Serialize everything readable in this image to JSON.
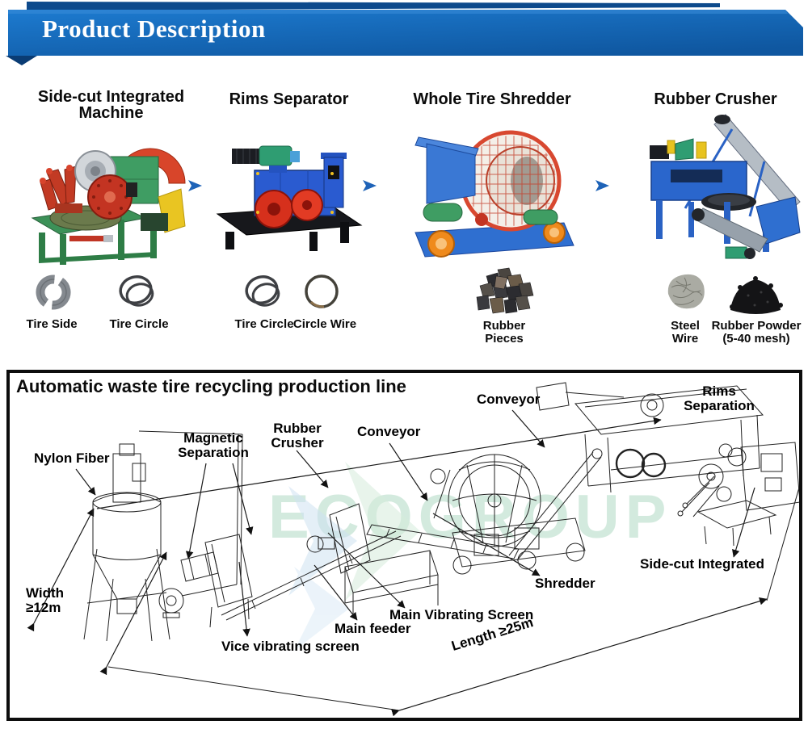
{
  "header": {
    "title": "Product Description"
  },
  "machines": {
    "side_cut": {
      "title": "Side-cut Integrated Machine"
    },
    "rims_separator": {
      "title": "Rims Separator"
    },
    "whole_tire_shredder": {
      "title": "Whole Tire Shredder"
    },
    "rubber_crusher": {
      "title": "Rubber Crusher"
    }
  },
  "outputs": {
    "tire_side": "Tire Side",
    "tire_circle_1": "Tire Circle",
    "tire_circle_2": "Tire Circle",
    "circle_wire": "Circle Wire",
    "rubber_pieces": "Rubber Pieces",
    "steel_wire": "Steel Wire",
    "rubber_powder": "Rubber Powder (5-40 mesh)"
  },
  "diagram": {
    "title": "Automatic waste tire recycling production line",
    "labels": {
      "nylon_fiber": "Nylon Fiber",
      "magnetic_separation": "Magnetic Separation",
      "rubber_crusher": "Rubber Crusher",
      "conveyor_1": "Conveyor",
      "conveyor_2": "Conveyor",
      "rims_separation": "Rims Separation",
      "side_cut_integrated": "Side-cut Integrated",
      "shredder": "Shredder",
      "main_vibrating_screen": "Main Vibrating Screen",
      "main_feeder": "Main feeder",
      "vice_vibrating_screen": "Vice vibrating screen",
      "width": "Width ≥12m",
      "length": "Length ≥25m"
    },
    "watermark": "ECOGROUP"
  },
  "colors": {
    "banner_blue": "#1571c2",
    "banner_dark_blue": "#0d4a8c",
    "flow_arrow_blue": "#1e63b8"
  }
}
